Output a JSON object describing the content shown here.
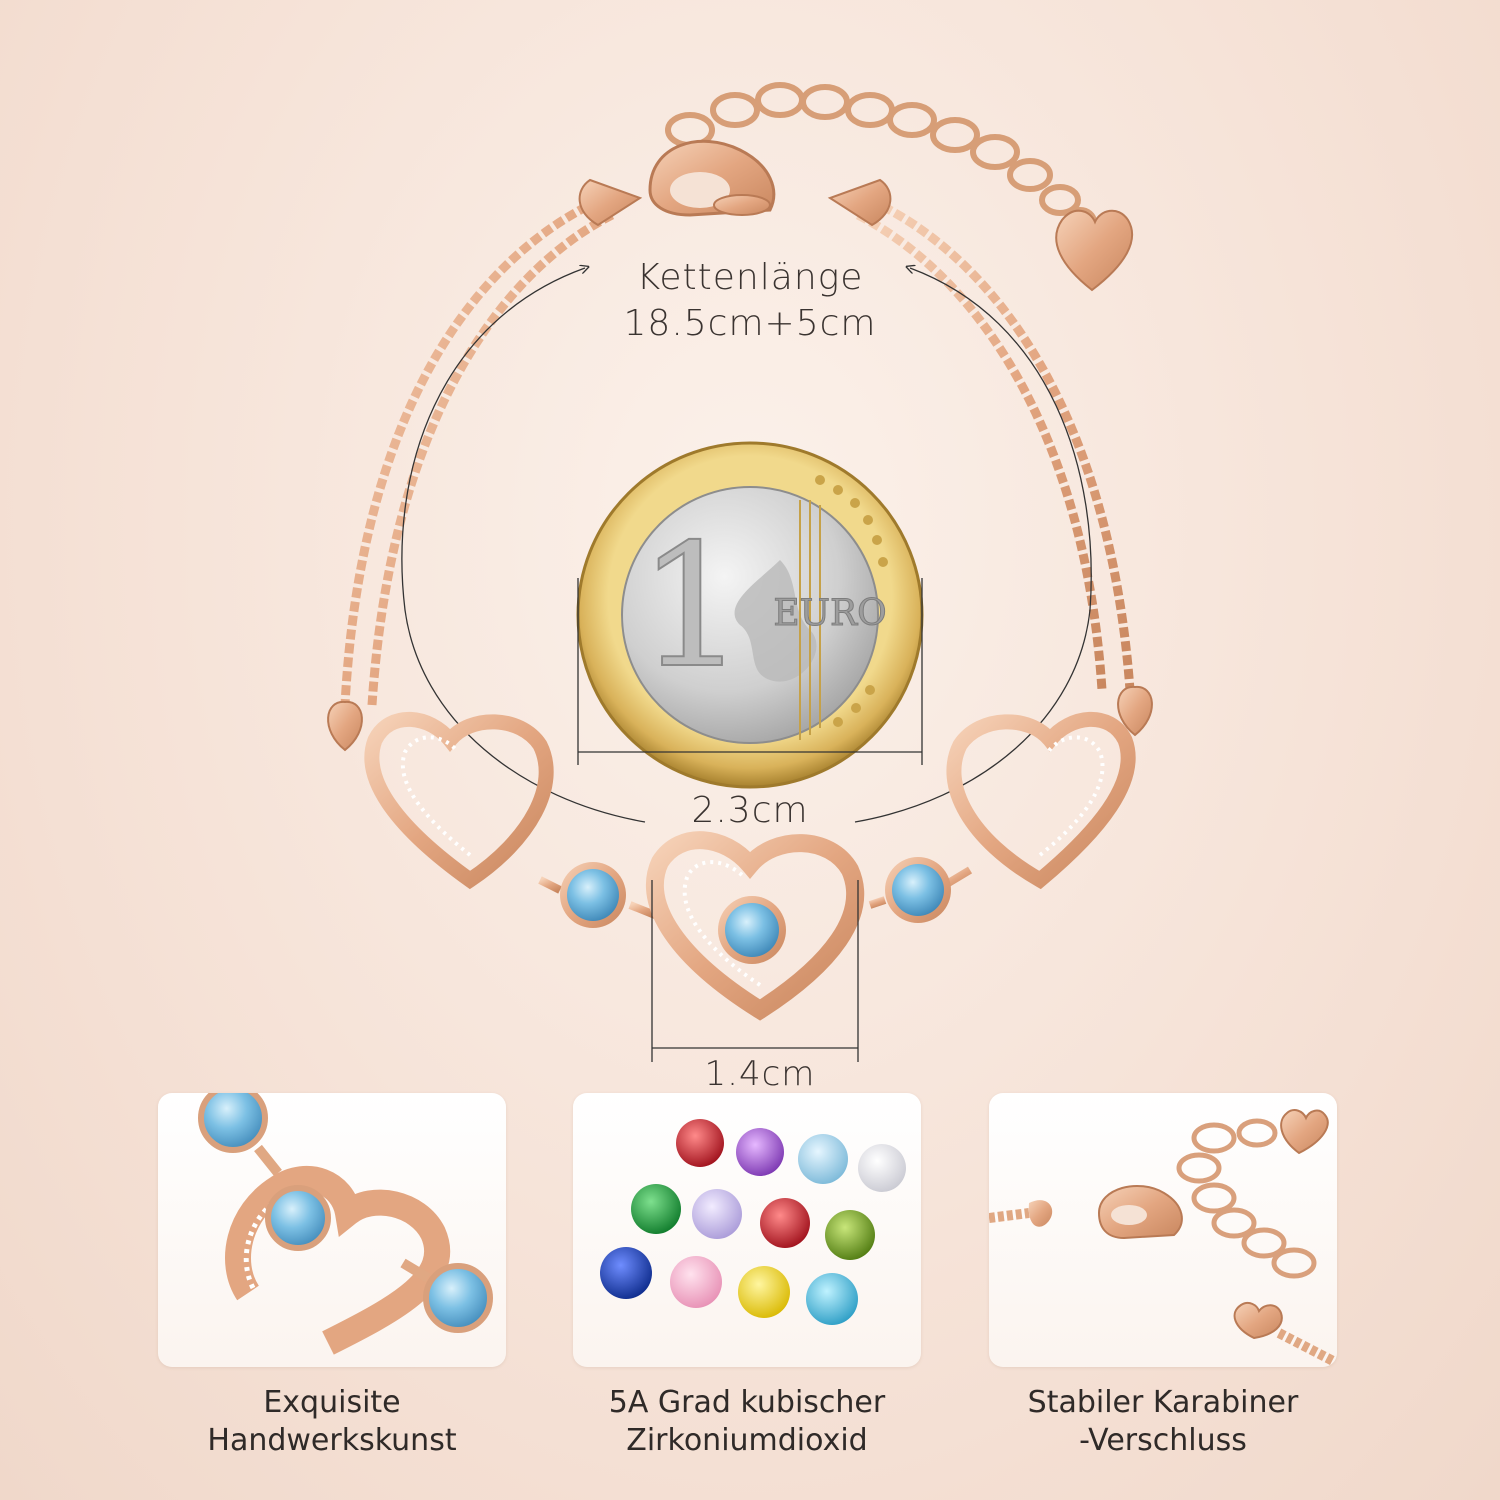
{
  "dimensions": {
    "chain_label": "Kettenlänge",
    "chain_value": "18.5cm+5cm",
    "coin_size": "2.3cm",
    "heart_size": "1.4cm"
  },
  "coin": {
    "denomination": "1",
    "word": "EURO"
  },
  "features": [
    {
      "line1": "Exquisite",
      "line2": "Handwerkskunst"
    },
    {
      "line1": "5A Grad kubischer",
      "line2": "Zirkoniumdioxid"
    },
    {
      "line1": "Stabiler Karabiner",
      "line2": "-Verschluss"
    }
  ],
  "colors": {
    "rose_gold": "#e9b48f",
    "rose_gold_dark": "#c9875f",
    "aquamarine": "#6fb6dc",
    "background": "#f6e3d8"
  }
}
